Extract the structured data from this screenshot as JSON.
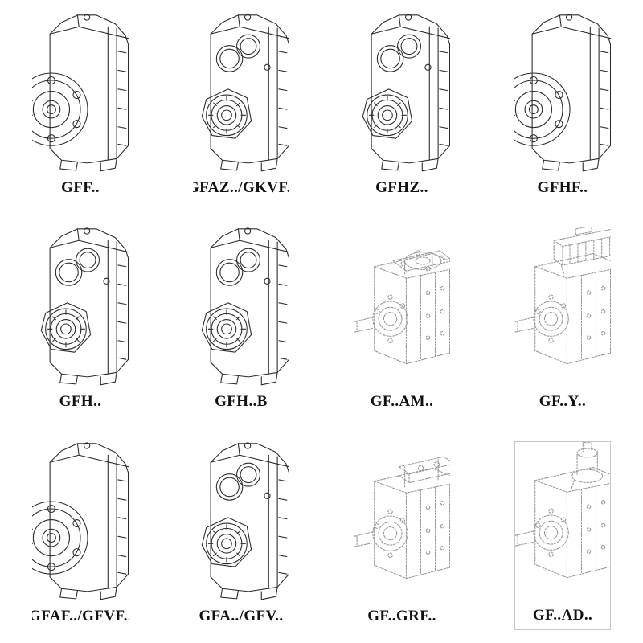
{
  "page": {
    "background": "#ffffff",
    "line_color": "#2b2b2b",
    "faint_line_color": "#979797",
    "text_color": "#111111"
  },
  "catalog": {
    "columns": 4,
    "rows": 3,
    "items": [
      {
        "label": "GFF..",
        "drawing": "flange-mounted-gearbox",
        "line_style": "solid"
      },
      {
        "label": "GFAZ../GKVF..",
        "drawing": "hollow-shaft-gearbox",
        "line_style": "solid"
      },
      {
        "label": "GFHZ..",
        "drawing": "hollow-shaft-gearbox",
        "line_style": "solid"
      },
      {
        "label": "GFHF..",
        "drawing": "flange-mounted-gearbox",
        "line_style": "solid"
      },
      {
        "label": "GFH..",
        "drawing": "hollow-shaft-gearbox",
        "line_style": "solid"
      },
      {
        "label": "GFH..B",
        "drawing": "hollow-shaft-gearbox",
        "line_style": "solid"
      },
      {
        "label": "GF..AM..",
        "drawing": "gearbox-with-motor-flange",
        "line_style": "faint"
      },
      {
        "label": "GF..Y..",
        "drawing": "gearbox-with-motor",
        "line_style": "faint"
      },
      {
        "label": "GFAF../GFVF..",
        "drawing": "flange-mounted-gearbox",
        "line_style": "solid"
      },
      {
        "label": "GFA../GFV..",
        "drawing": "hollow-shaft-gearbox",
        "line_style": "solid"
      },
      {
        "label": "GF..GRF..",
        "drawing": "gearbox-with-input-adapter",
        "line_style": "faint"
      },
      {
        "label": "GF..AD..",
        "drawing": "gearbox-with-input-shaft",
        "line_style": "faint",
        "boxed": true
      }
    ]
  }
}
